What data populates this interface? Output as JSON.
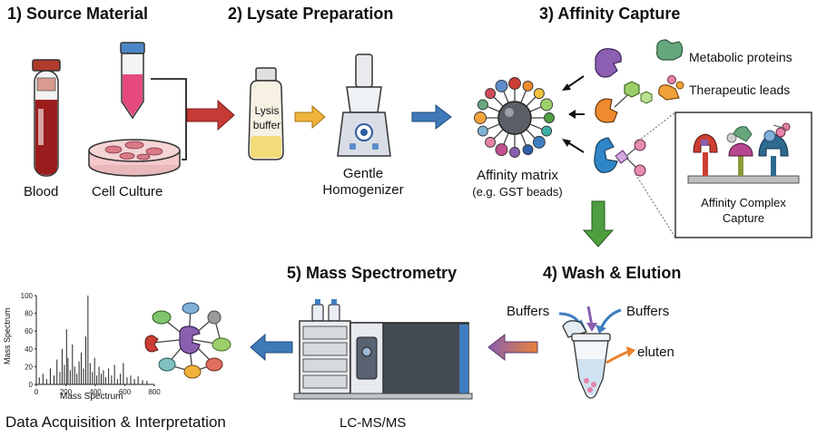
{
  "steps": {
    "s1": "1) Source Material",
    "s2": "2) Lysate Preparation",
    "s3": "3) Affinity Capture",
    "s4": "4) Wash & Elution",
    "s5": "5) Mass Spectrometry"
  },
  "labels": {
    "blood": "Blood",
    "cell_culture": "Cell Culture",
    "lysis_1": "Lysis",
    "lysis_2": "buffer",
    "homog_1": "Gentle",
    "homog_2": "Homogenizer",
    "matrix_1": "Affinity matrix",
    "matrix_2": "(e.g. GST beads)",
    "legend_metabolic": "Metabolic proteins",
    "legend_therapeutic": "Therapeutic leads",
    "complex_1": "Affinity Complex",
    "complex_2": "Capture",
    "buffers_left": "Buffers",
    "buffers_right": "Buffers",
    "eluten": "eluten",
    "lcms": "LC-MS/MS",
    "data_acq": "Data Acquisition & Interpretation"
  },
  "spectrum": {
    "ylabel": "Mass Spectrum",
    "xlabel": "Mass Spectrum",
    "y_ticks": [
      "100",
      "80",
      "60",
      "40",
      "20",
      "0"
    ],
    "x_ticks": [
      "0",
      "200",
      "400",
      "600",
      "800"
    ]
  },
  "chart_data": {
    "type": "bar",
    "xlim": [
      0,
      800
    ],
    "ylim": [
      0,
      100
    ],
    "xlabel": "Mass Spectrum",
    "ylabel": "Mass Spectrum",
    "x": [
      20,
      45,
      70,
      95,
      120,
      140,
      160,
      175,
      190,
      205,
      215,
      230,
      245,
      260,
      275,
      290,
      305,
      320,
      335,
      350,
      365,
      380,
      395,
      410,
      425,
      440,
      455,
      470,
      490,
      510,
      530,
      550,
      570,
      590,
      615,
      640,
      665,
      690,
      720,
      750
    ],
    "values": [
      8,
      12,
      6,
      18,
      10,
      28,
      14,
      40,
      22,
      62,
      30,
      16,
      45,
      20,
      12,
      26,
      36,
      18,
      54,
      100,
      24,
      14,
      30,
      10,
      20,
      12,
      16,
      8,
      18,
      10,
      22,
      6,
      12,
      24,
      8,
      10,
      6,
      9,
      5,
      4
    ]
  }
}
